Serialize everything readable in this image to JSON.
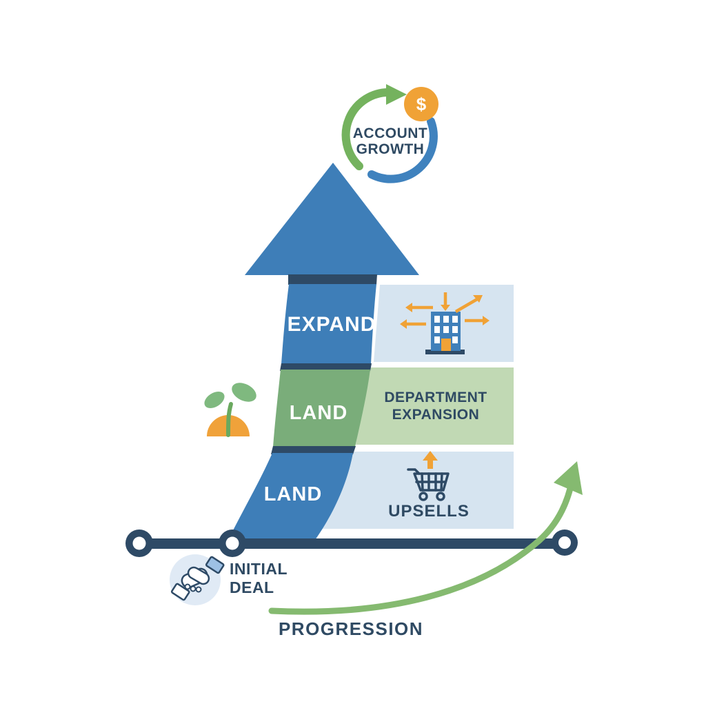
{
  "badge": {
    "line1": "ACCOUNT",
    "line2": "GROWTH",
    "dollar": "$"
  },
  "arrow": {
    "segments": [
      {
        "label": "EXPAND"
      },
      {
        "label": "LAND"
      },
      {
        "label": "LAND"
      }
    ]
  },
  "panels": {
    "expansion": {
      "icon": "building-with-outward-arrows"
    },
    "department": {
      "line1": "DEPARTMENT",
      "line2": "EXPANSION"
    },
    "upsells": {
      "label": "UPSELLS",
      "icon": "shopping-cart-with-up-arrow"
    }
  },
  "timeline": {
    "initial_deal": {
      "line1": "INITIAL",
      "line2": "DEAL",
      "icon": "handshake"
    },
    "node_count": 3
  },
  "progression": {
    "label": "PROGRESSION",
    "icon": "curved-growth-arrow"
  },
  "decorations": {
    "sprout_icon": "sprout",
    "cycle_icon": "circular-growth-arrows"
  },
  "colors": {
    "blue": "#3e7eb8",
    "navy": "#2e4a66",
    "green": "#7aad7a",
    "panel_blue": "#d6e4f0",
    "panel_green": "#c1d9b4",
    "orange": "#f0a236",
    "growth_green": "#85ba70",
    "text_navy": "#2f4a63",
    "icon_circle_bg": "#e0eaf5",
    "white": "#ffffff"
  }
}
